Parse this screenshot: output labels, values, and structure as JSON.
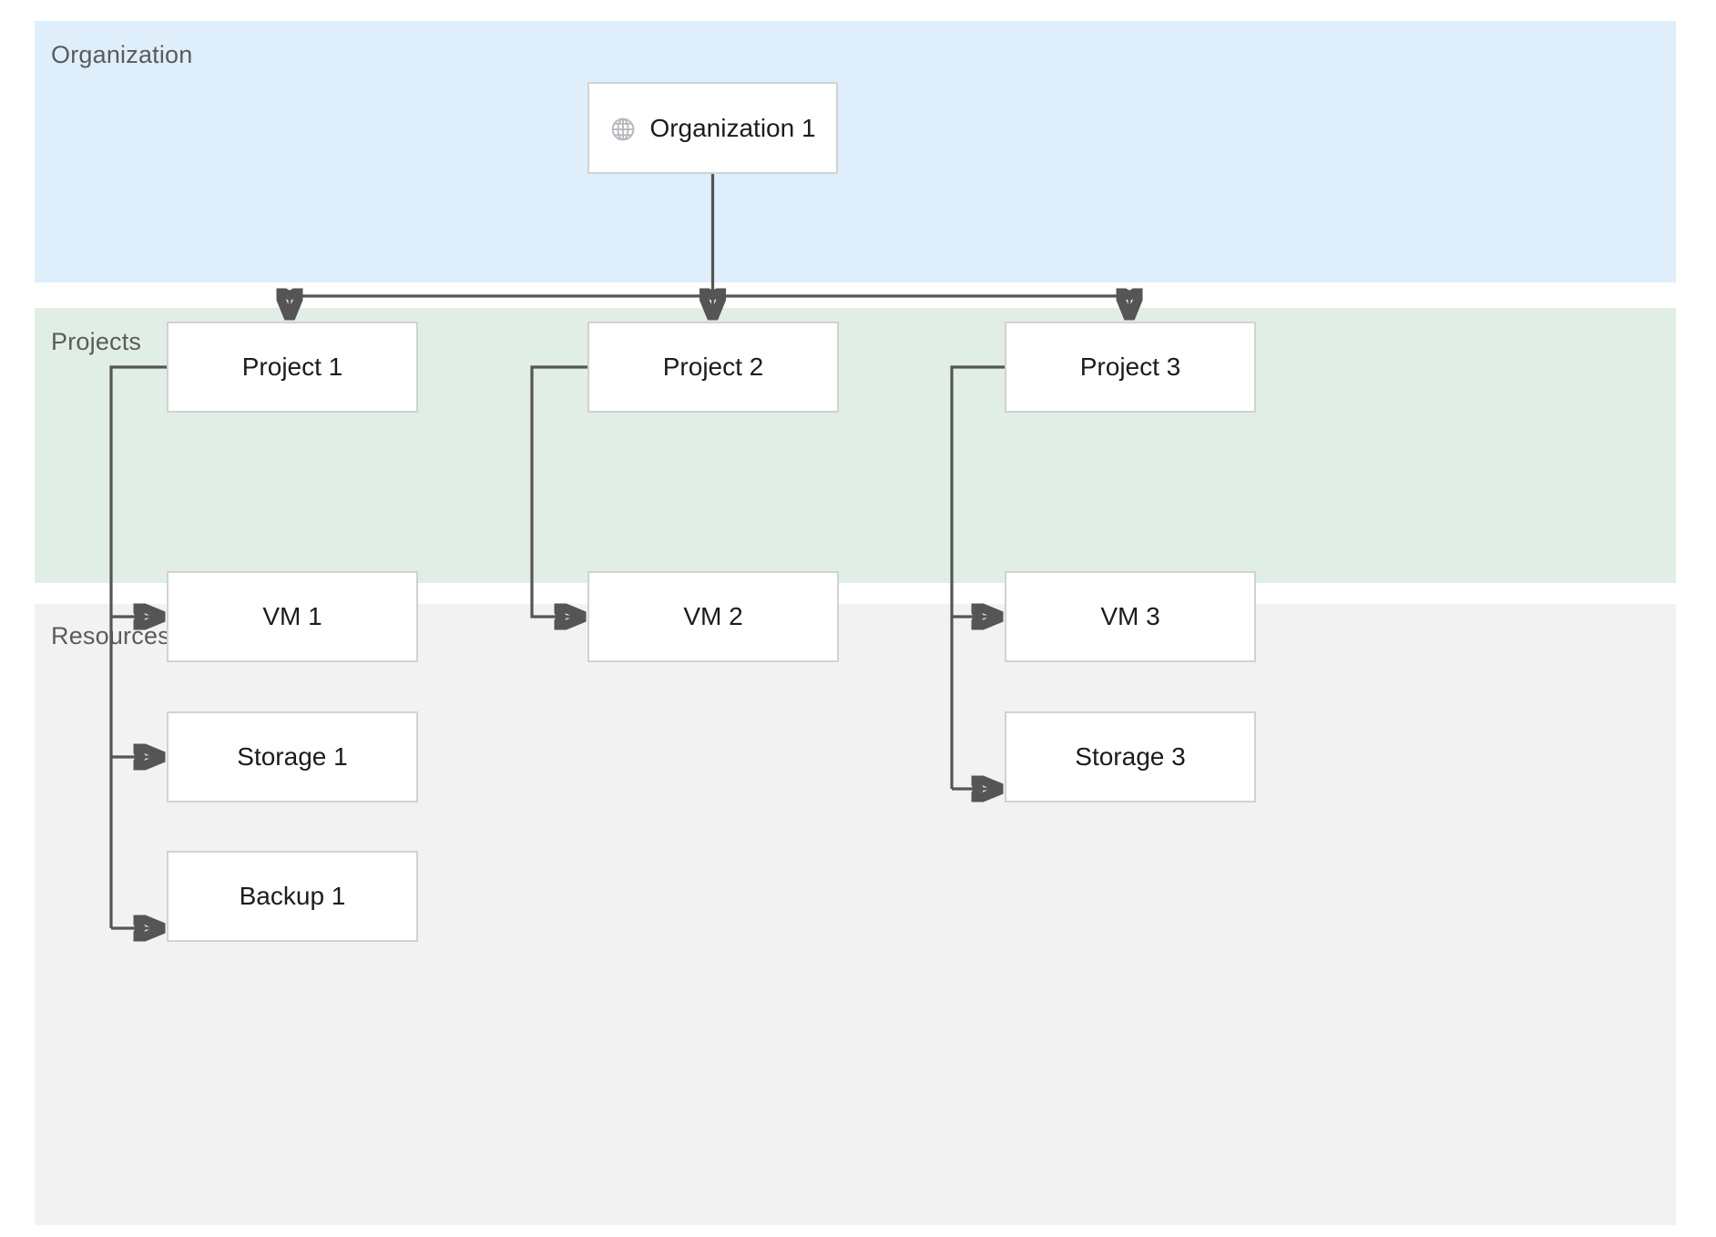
{
  "diagram": {
    "type": "hierarchy-swimlane",
    "bands": [
      {
        "id": "organization",
        "label": "Organization",
        "color": "#deeffb"
      },
      {
        "id": "projects",
        "label": "Projects",
        "color": "#e1eee5"
      },
      {
        "id": "resources",
        "label": "Resources",
        "color": "#f2f2f2"
      }
    ],
    "nodes": {
      "organization": {
        "label": "Organization 1",
        "icon": "globe-icon"
      },
      "projects": [
        {
          "label": "Project 1"
        },
        {
          "label": "Project 2"
        },
        {
          "label": "Project 3"
        }
      ],
      "resources": [
        {
          "label": "VM 1",
          "parent": "Project 1"
        },
        {
          "label": "Storage 1",
          "parent": "Project 1"
        },
        {
          "label": "Backup 1",
          "parent": "Project 1"
        },
        {
          "label": "VM 2",
          "parent": "Project 2"
        },
        {
          "label": "VM 3",
          "parent": "Project 3"
        },
        {
          "label": "Storage 3",
          "parent": "Project 3"
        }
      ]
    },
    "edges": [
      {
        "from": "Organization 1",
        "to": "Project 1"
      },
      {
        "from": "Organization 1",
        "to": "Project 2"
      },
      {
        "from": "Organization 1",
        "to": "Project 3"
      },
      {
        "from": "Project 1",
        "to": "VM 1"
      },
      {
        "from": "Project 1",
        "to": "Storage 1"
      },
      {
        "from": "Project 1",
        "to": "Backup 1"
      },
      {
        "from": "Project 2",
        "to": "VM 2"
      },
      {
        "from": "Project 3",
        "to": "VM 3"
      },
      {
        "from": "Project 3",
        "to": "Storage 3"
      }
    ],
    "colors": {
      "connector": "#555555",
      "node_border": "#d2d2d2",
      "node_fill": "#ffffff",
      "label_text": "#5b5b5b",
      "node_text": "#1c1c1c"
    }
  }
}
